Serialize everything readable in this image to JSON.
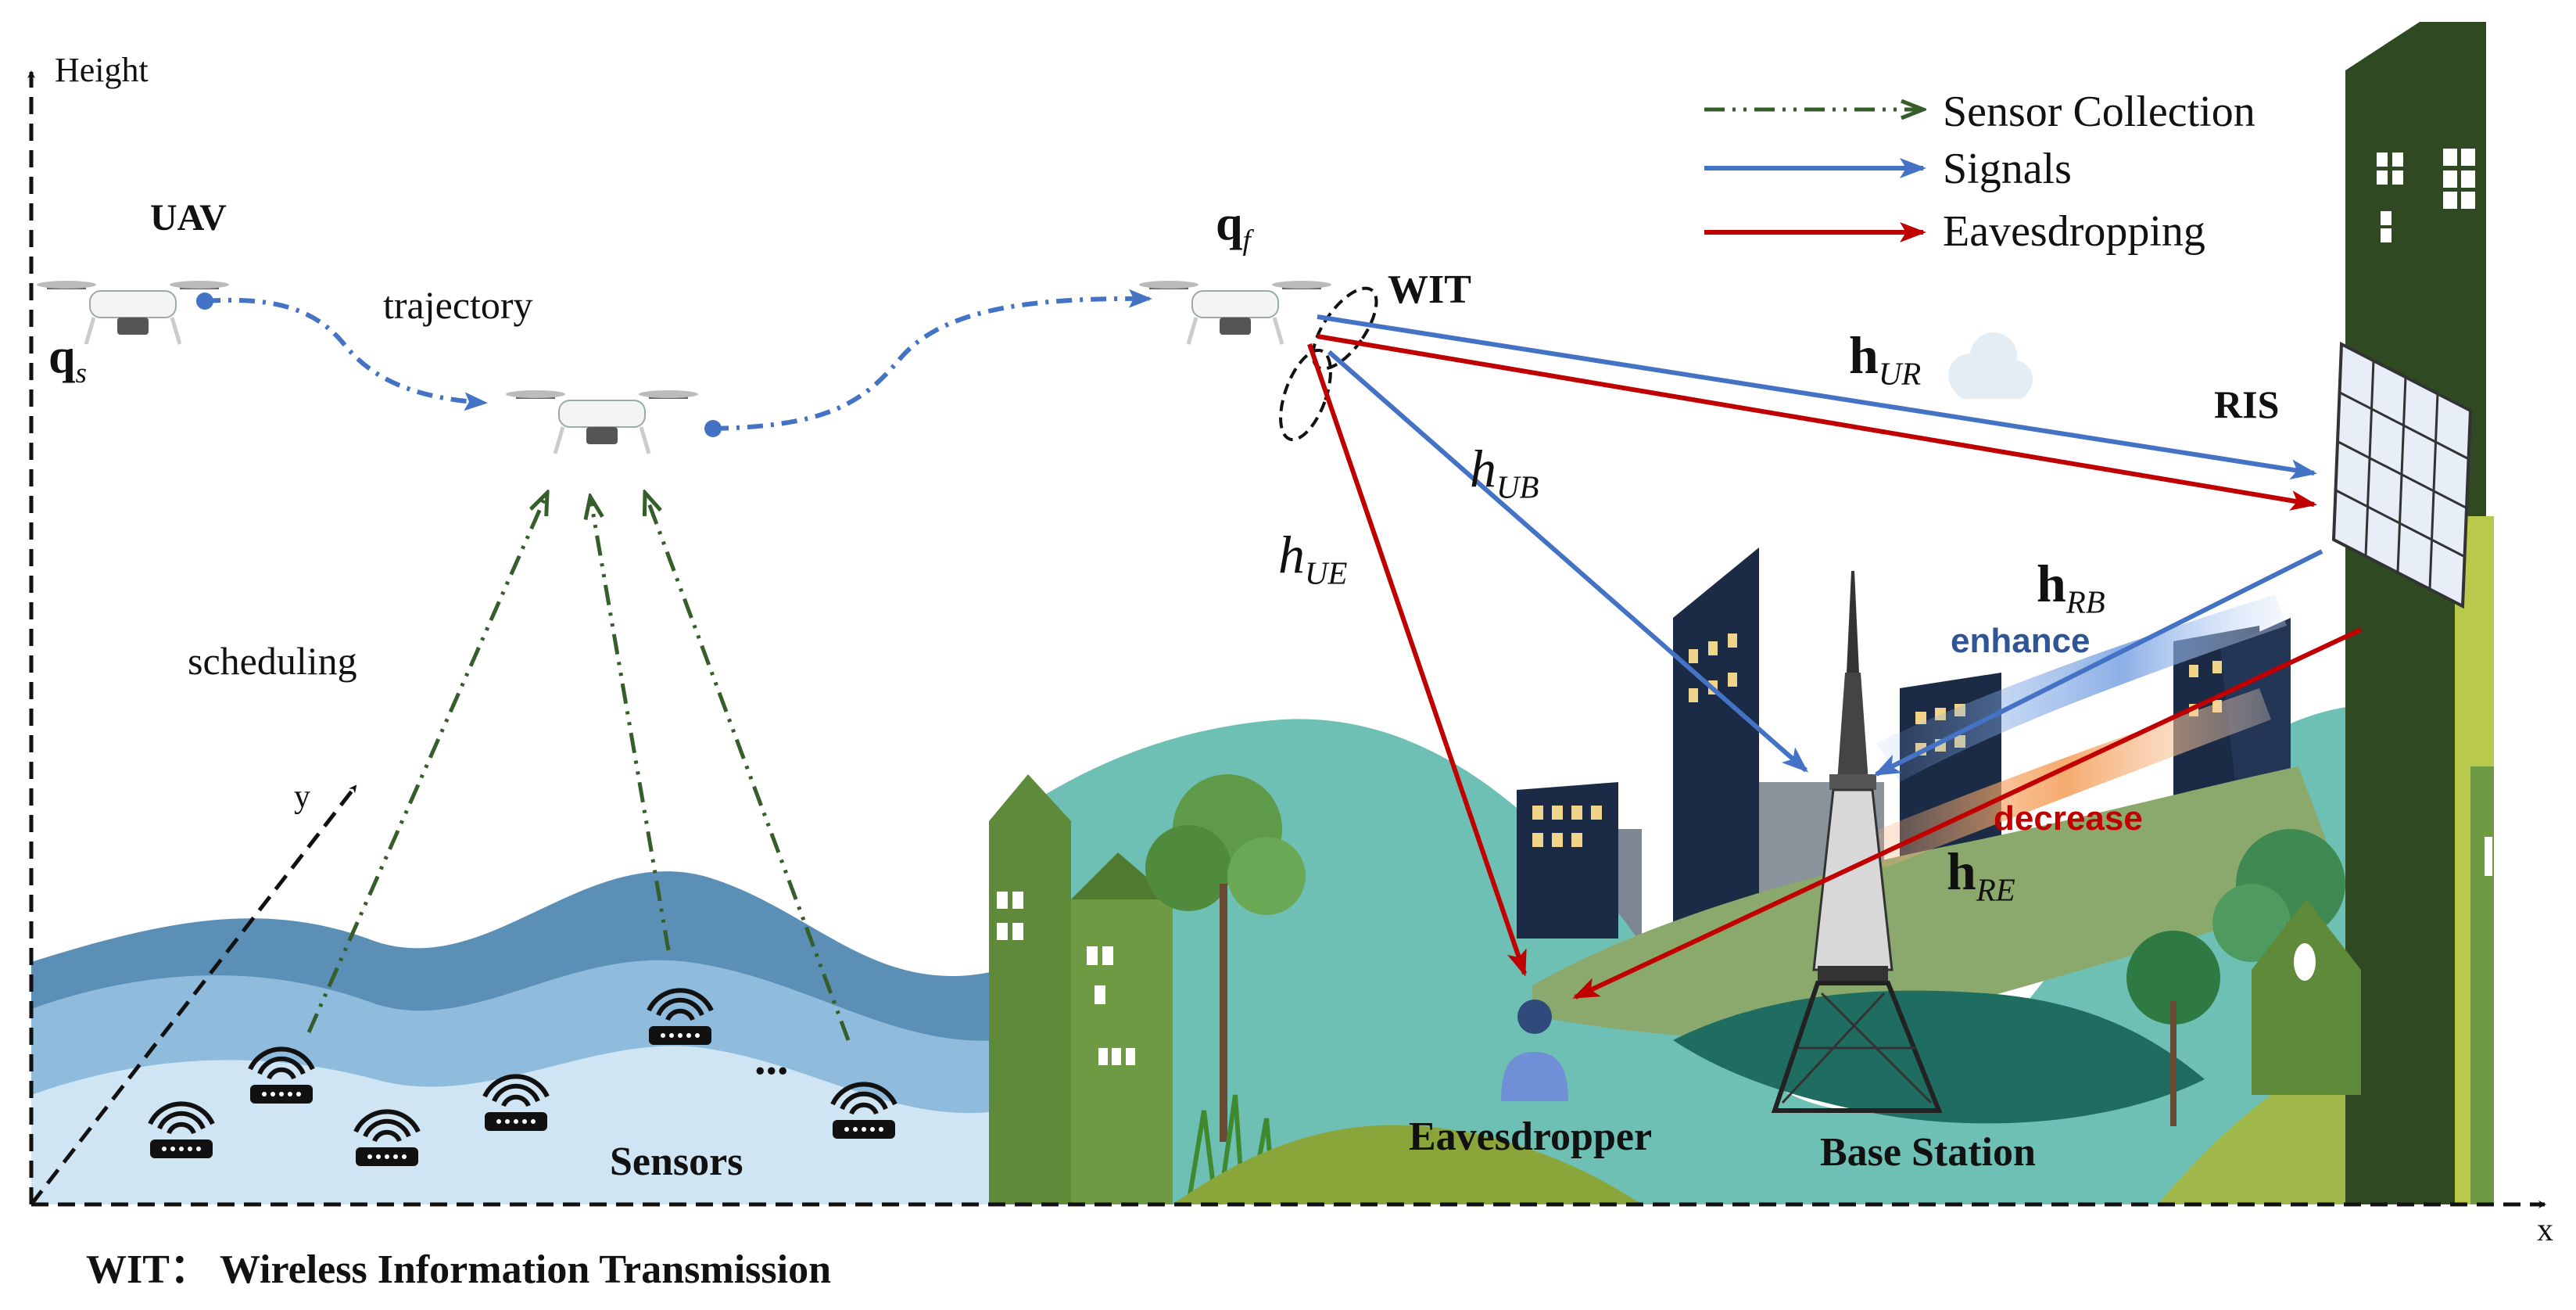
{
  "axes": {
    "y_label": "Height",
    "x_label": "x",
    "depth_label": "y"
  },
  "legend": [
    {
      "label": "Sensor Collection",
      "color": "#355e2a",
      "style": "dash-dot"
    },
    {
      "label": "Signals",
      "color": "#4472c4",
      "style": "solid"
    },
    {
      "label": "Eavesdropping",
      "color": "#c00000",
      "style": "solid"
    }
  ],
  "labels": {
    "uav": "UAV",
    "q_start": "q",
    "q_start_sub": "s",
    "q_final": "q",
    "q_final_sub": "f",
    "trajectory": "trajectory",
    "wit": "WIT",
    "scheduling": "scheduling",
    "sensors": "Sensors",
    "ellipsis": "...",
    "ris": "RIS",
    "eavesdropper": "Eavesdropper",
    "base_station": "Base Station",
    "enhance": "enhance",
    "decrease": "decrease",
    "footnote": "WIT： Wireless Information Transmission"
  },
  "channels": {
    "h_ur": {
      "sym": "h",
      "sub": "UR",
      "bold": true
    },
    "h_ub": {
      "sym": "h",
      "sub": "UB",
      "bold": false
    },
    "h_ue": {
      "sym": "h",
      "sub": "UE",
      "bold": false
    },
    "h_rb": {
      "sym": "h",
      "sub": "RB",
      "bold": true
    },
    "h_re": {
      "sym": "h",
      "sub": "RE",
      "bold": true
    }
  },
  "colors": {
    "signal": "#4472c4",
    "eaves": "#c00000",
    "sensor": "#355e2a",
    "trajectory": "#4472c4",
    "enhance_text": "#2f5597",
    "decrease_text": "#c00000"
  }
}
